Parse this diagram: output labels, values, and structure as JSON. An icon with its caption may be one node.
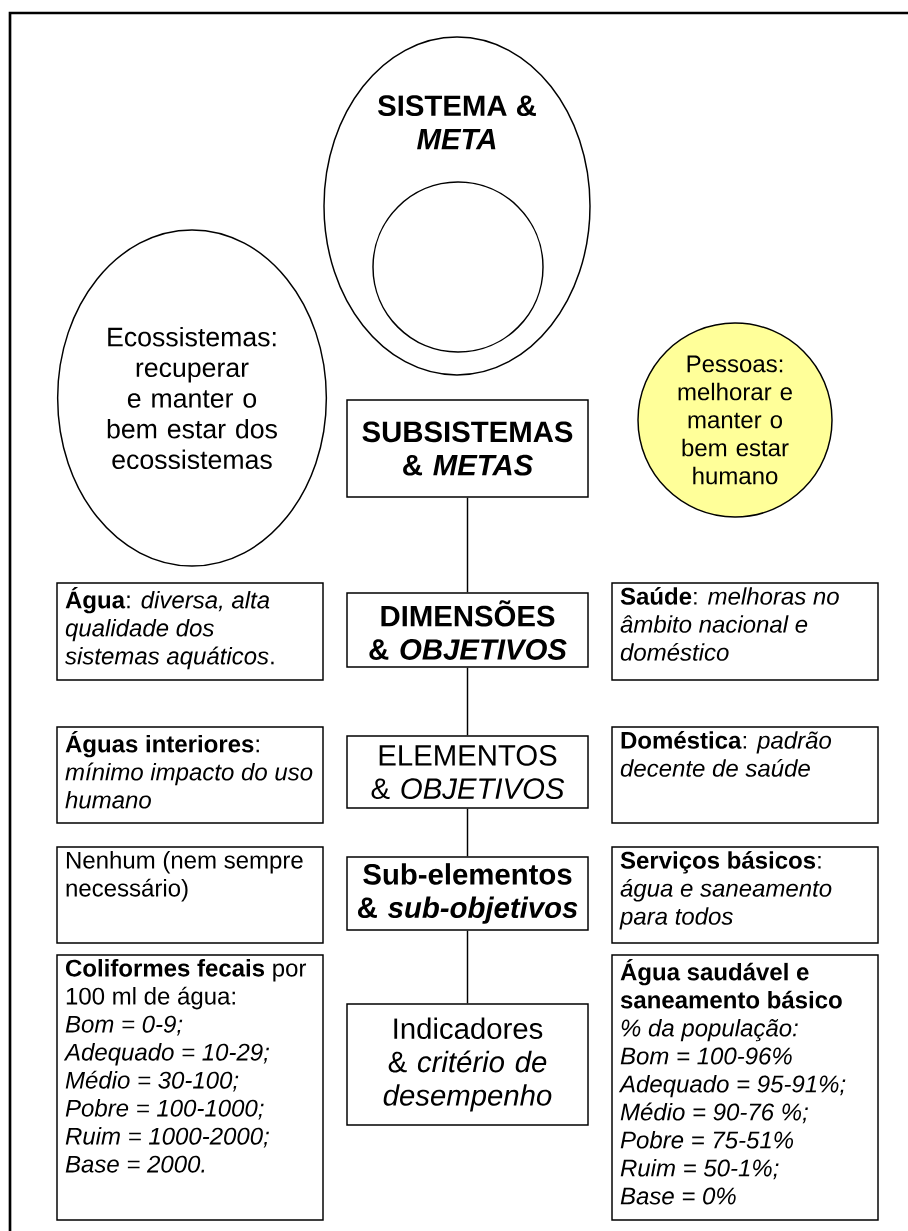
{
  "diagram": {
    "nodes": [
      {
        "text": [
          "SISTEMA & *META*"
        ]
      },
      {
        "text": [],
        "shape": "circle",
        "in": 0
      },
      {
        "text": [
          "Ecossistemas: recuperar e manter o bem estar dos ecossistemas"
        ]
      },
      {
        "text": [
          "SUBSISTEMAS & *METAS*"
        ]
      },
      {
        "text": [
          "Pessoas: melhorar e manter o bem estar humano"
        ]
      },
      {
        "text": [
          "**Água**: *diversa, alta qualidade dos sistemas aquáticos*."
        ]
      },
      {
        "text": [
          "DIMENSÕES & *OBJETIVOS*"
        ]
      },
      {
        "text": [
          "**Saúde**: *melhoras no âmbito nacional e doméstico*"
        ]
      },
      {
        "text": [
          "**Águas interiores**: *mínimo impacto do uso humano*"
        ]
      },
      {
        "text": [
          "ELEMENTOS & *OBJETIVOS*"
        ]
      },
      {
        "text": [
          "**Doméstica**: *padrão decente de saúde*"
        ]
      },
      {
        "text": [
          "Nenhum (nem sempre necessário)"
        ]
      },
      {
        "text": [
          "Sub-elementos & *sub-objetivos*"
        ]
      },
      {
        "text": [
          "**Serviços básicos**: *água e saneamento para todos*"
        ]
      },
      {
        "text": [
          "**Coliformes fecais** por 100 ml de água:",
          "Bom = 0-9;",
          "Adequado = 10-29;",
          "Médio = 30-100;",
          "Pobre = 100-1000;",
          "Ruim = 1000-2000;",
          "Base = 2000."
        ]
      },
      {
        "text": [
          "Indicadores & *critério de desempenho*"
        ]
      },
      {
        "text": [
          "Água saudável e saneamento básico",
          "% da população:",
          "Bom = 100-96%",
          "Adequado = 95-91%;",
          "Médio = 90-76 %;",
          "Pobre = 75-51%",
          "Ruim = 50-1%;",
          "Base = 0%"
        ]
      }
    ],
    "edges": [
      {
        "from": 3,
        "to": 6,
        "arrow": "none"
      },
      {
        "from": 6,
        "to": 9,
        "arrow": "none"
      },
      {
        "from": 9,
        "to": 12,
        "arrow": "none"
      },
      {
        "from": 12,
        "to": 15,
        "arrow": "none"
      }
    ]
  }
}
